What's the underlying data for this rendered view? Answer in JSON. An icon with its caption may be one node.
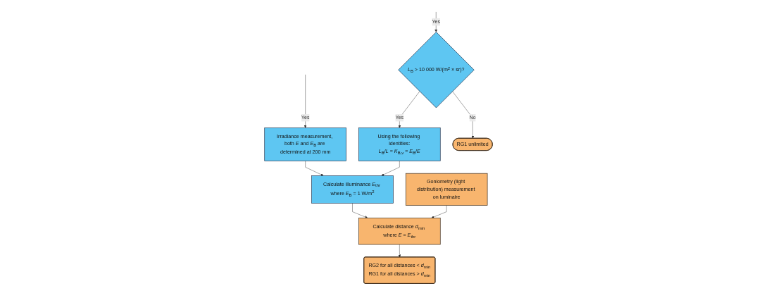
{
  "diagram": {
    "nodes": [
      {
        "text": [
          "Irradiance measurement, both *E* and *E*$_{B}$ are determined at 200 mm"
        ]
      },
      {
        "text": [
          "Using the following identities:",
          "*L*$_{B}$/*L* = *K*$_{B,v}$ = *E*$_{B}$/*E*"
        ]
      },
      {
        "text": [
          "*L*$_{B}$ > 10 000 W/(m$^{2}$ × sr)?"
        ]
      },
      {
        "text": [
          "RG1 unlimited"
        ]
      },
      {
        "text": [
          "Calculate illuminance *E*$_{thr}$ where *E*$_{B}$ = 1 W/m$^{2}$"
        ]
      },
      {
        "text": [
          "Goniometry (light distribution) measurement on luminaire"
        ]
      },
      {
        "text": [
          "Calculate distance *d*$_{min}$ where *E* = *E*$_{thr}$"
        ]
      },
      {
        "text": [
          "RG2 for all distances < *d*$_{min}$",
          "RG1 for all distances > *d*$_{min}$"
        ]
      }
    ],
    "edges": [
      {
        "from": null,
        "to": 0,
        "arrow": "to",
        "label": "Yes"
      },
      {
        "from": null,
        "to": 2,
        "arrow": "to",
        "label": "Yes"
      },
      {
        "from": 2,
        "to": 1,
        "arrow": "to",
        "label": "Yes"
      },
      {
        "from": 2,
        "to": 3,
        "arrow": "to",
        "label": "No"
      },
      {
        "from": 0,
        "to": 4,
        "arrow": "to"
      },
      {
        "from": 1,
        "to": 4,
        "arrow": "to"
      },
      {
        "from": 4,
        "to": 6,
        "arrow": "to"
      },
      {
        "from": 5,
        "to": 6,
        "arrow": "to"
      },
      {
        "from": 6,
        "to": 7,
        "arrow": "to"
      }
    ]
  }
}
